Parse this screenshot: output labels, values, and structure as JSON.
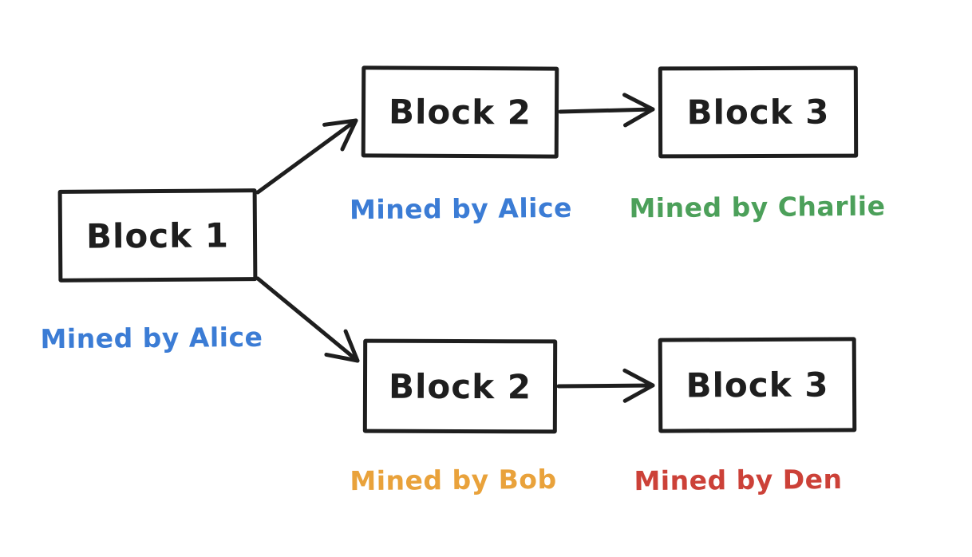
{
  "canvas": {
    "background": "#ffffff",
    "stroke_color": "#1e1e1e"
  },
  "nodes": [
    {
      "id": "block-1",
      "label": "Block 1"
    },
    {
      "id": "block-2-top",
      "label": "Block 2"
    },
    {
      "id": "block-3-top",
      "label": "Block 3"
    },
    {
      "id": "block-2-bottom",
      "label": "Block 2"
    },
    {
      "id": "block-3-bottom",
      "label": "Block 3"
    }
  ],
  "miner_labels": [
    {
      "for": "block-1",
      "text": "Mined by Alice",
      "color": "#3b7cd5"
    },
    {
      "for": "block-2-top",
      "text": "Mined by Alice",
      "color": "#3b7cd5"
    },
    {
      "for": "block-3-top",
      "text": "Mined by Charlie",
      "color": "#4ca05a"
    },
    {
      "for": "block-2-bottom",
      "text": "Mined by Bob",
      "color": "#e9a23b"
    },
    {
      "for": "block-3-bottom",
      "text": "Mined by Den",
      "color": "#cc4138"
    }
  ],
  "edges": [
    {
      "from": "block-1",
      "to": "block-2-top"
    },
    {
      "from": "block-1",
      "to": "block-2-bottom"
    },
    {
      "from": "block-2-top",
      "to": "block-3-top"
    },
    {
      "from": "block-2-bottom",
      "to": "block-3-bottom"
    }
  ]
}
